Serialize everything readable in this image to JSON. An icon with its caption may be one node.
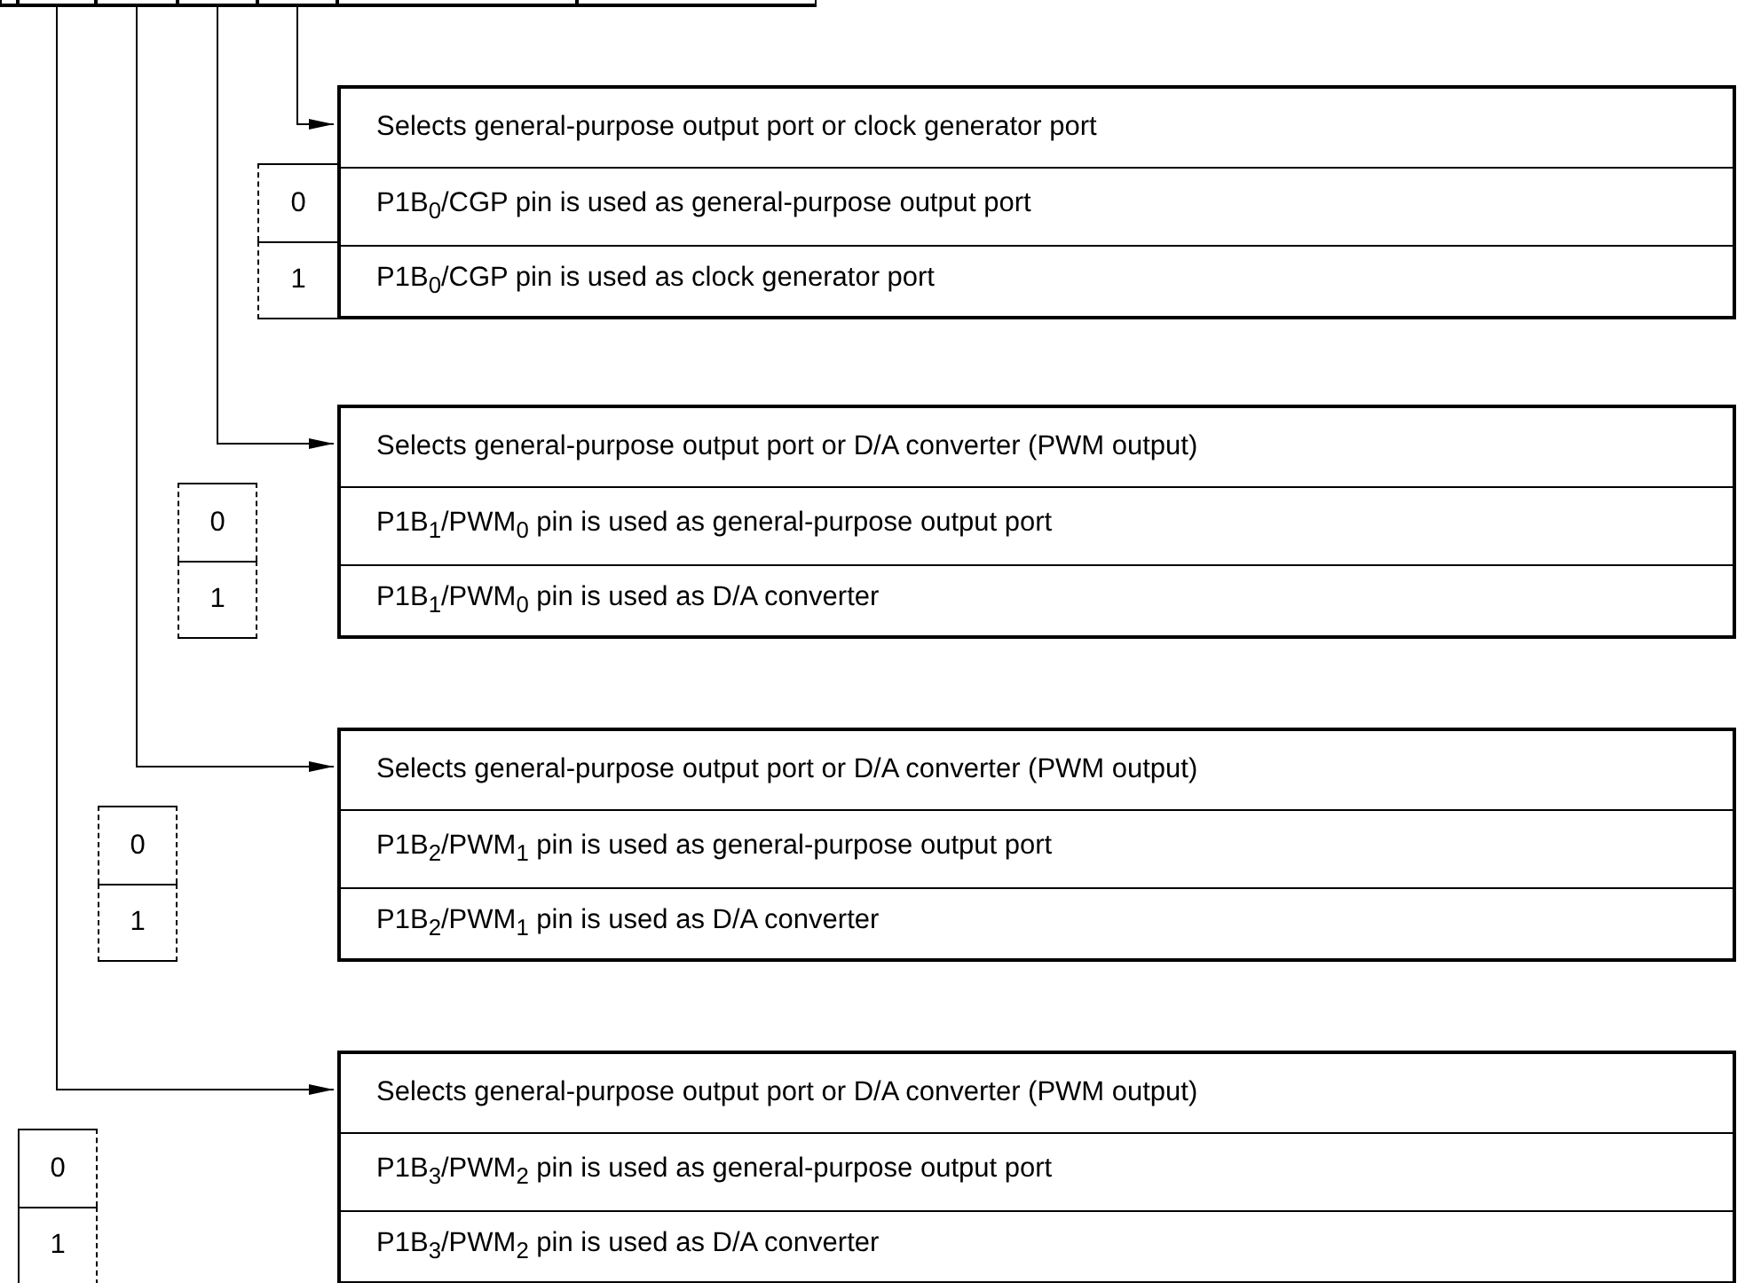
{
  "diagram": {
    "nodes": [
      {
        "text": [],
        "shape": "box"
      },
      {
        "text": [],
        "shape": "box"
      },
      {
        "text": [],
        "shape": "box"
      },
      {
        "text": [],
        "shape": "box"
      },
      {
        "text": [],
        "shape": "box"
      },
      {
        "text": [],
        "shape": "box"
      },
      {
        "text": [],
        "shape": "box"
      },
      {
        "text": [],
        "shape": "box"
      },
      {
        "text": [
          "Selects general-purpose output port or clock generator port"
        ],
        "in": 7
      },
      {
        "text": [
          "P1B$_{0}$/CGP pin is used as general-purpose output port"
        ],
        "in": 7
      },
      {
        "text": [
          "P1B$_{0}$/CGP pin is used as clock generator port"
        ],
        "in": 7
      },
      {
        "text": [
          "0"
        ]
      },
      {
        "text": [
          "1"
        ]
      },
      {
        "text": [],
        "shape": "box"
      },
      {
        "text": [
          "Selects general-purpose output port or D/A converter (PWM output)"
        ],
        "in": 13
      },
      {
        "text": [
          "P1B$_{1}$/PWM$_{0}$ pin is used as general-purpose output port"
        ],
        "in": 13
      },
      {
        "text": [
          "P1B$_{1}$/PWM$_{0}$ pin is used as D/A converter"
        ],
        "in": 13
      },
      {
        "text": [
          "0"
        ]
      },
      {
        "text": [
          "1"
        ]
      },
      {
        "text": [],
        "shape": "box"
      },
      {
        "text": [
          "Selects general-purpose output port or D/A converter (PWM output)"
        ],
        "in": 19
      },
      {
        "text": [
          "P1B$_{2}$/PWM$_{1}$ pin is used as general-purpose output port"
        ],
        "in": 19
      },
      {
        "text": [
          "P1B$_{2}$/PWM$_{1}$ pin is used as D/A converter"
        ],
        "in": 19
      },
      {
        "text": [
          "0"
        ]
      },
      {
        "text": [
          "1"
        ]
      },
      {
        "text": [],
        "shape": "box"
      },
      {
        "text": [
          "Selects general-purpose output port or D/A converter (PWM output)"
        ],
        "in": 25
      },
      {
        "text": [
          "P1B$_{3}$/PWM$_{2}$ pin is used as general-purpose output port"
        ],
        "in": 25
      },
      {
        "text": [
          "P1B$_{3}$/PWM$_{2}$ pin is used as D/A converter"
        ],
        "in": 25
      },
      {
        "text": [
          "0"
        ]
      },
      {
        "text": [
          "1"
        ]
      }
    ],
    "edges": [
      {
        "from": 4,
        "to": 8,
        "arrow": "to"
      },
      {
        "from": 3,
        "to": 14,
        "arrow": "to"
      },
      {
        "from": 2,
        "to": 20,
        "arrow": "to"
      },
      {
        "from": 1,
        "to": 26,
        "arrow": "to"
      }
    ]
  }
}
